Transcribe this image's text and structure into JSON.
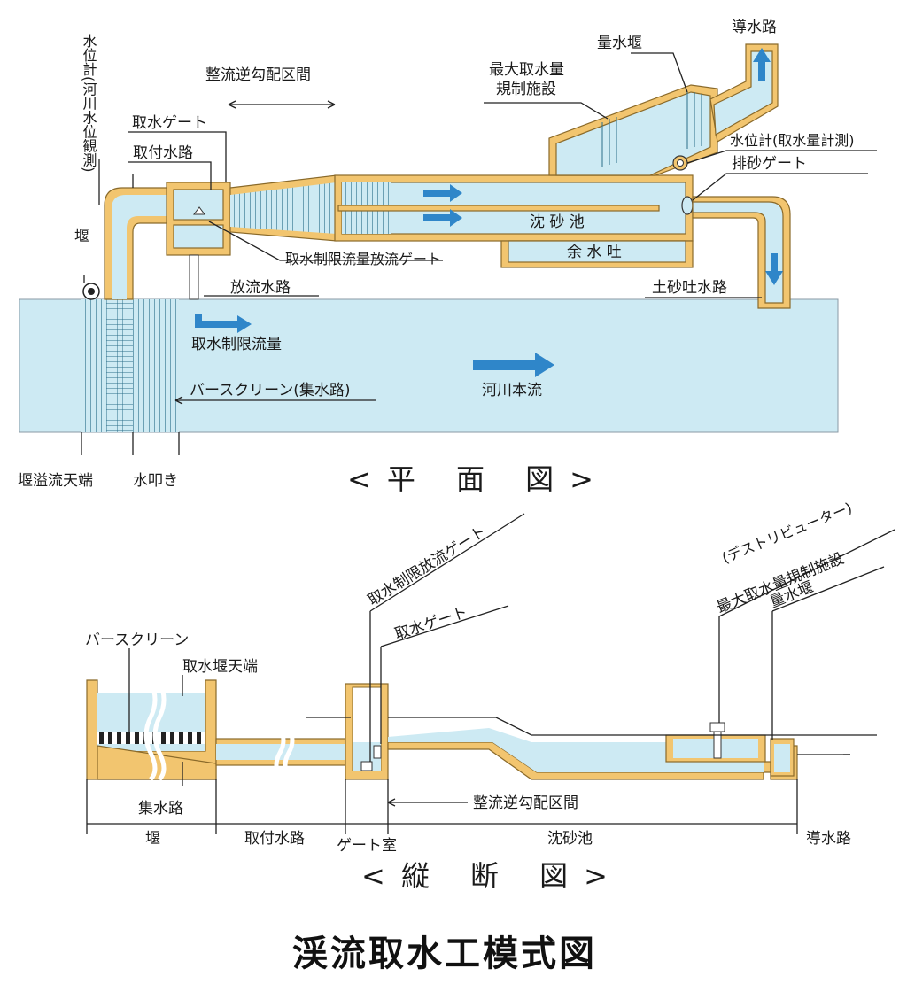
{
  "title": "渓流取水工模式図",
  "plan": {
    "caption": "<平 面 図>",
    "labels": {
      "water_level_gauge_river": "水位計(河川水位観測)",
      "reverse_gradient_section": "整流逆勾配区間",
      "intake_gate": "取水ゲート",
      "approach_channel": "取付水路",
      "weir": "堰",
      "max_intake_control": [
        "最大取水量",
        "規制施設"
      ],
      "measuring_weir": "量水堰",
      "headrace": "導水路",
      "water_level_gauge_intake": "水位計(取水量計測)",
      "sand_gate": "排砂ゲート",
      "settling_basin": "沈 砂 池",
      "spillway": "余 水 吐",
      "limit_flow_gate": "取水制限流量放流ゲート",
      "discharge_channel": "放流水路",
      "sediment_channel": "土砂吐水路",
      "limit_flow": "取水制限流量",
      "main_stream": "河川本流",
      "bar_screen": "バースクリーン(集水路)",
      "weir_crest": "堰溢流天端",
      "apron": "水叩き"
    }
  },
  "section": {
    "caption": "<縦 断 図>",
    "labels": {
      "limit_flow_gate": "取水制限放流ゲート",
      "intake_gate": "取水ゲート",
      "distributor": "(デストリビューター)",
      "max_intake_control": "最大取水量規制施設",
      "measuring_weir": "量水堰",
      "bar_screen": "バースクリーン",
      "intake_weir_crest": "取水堰天端",
      "collecting_channel": "集水路",
      "reverse_gradient_section": "整流逆勾配区間",
      "weir": "堰",
      "approach_channel": "取付水路",
      "gate_room": "ゲート室",
      "settling_basin": "沈砂池",
      "headrace": "導水路"
    }
  }
}
